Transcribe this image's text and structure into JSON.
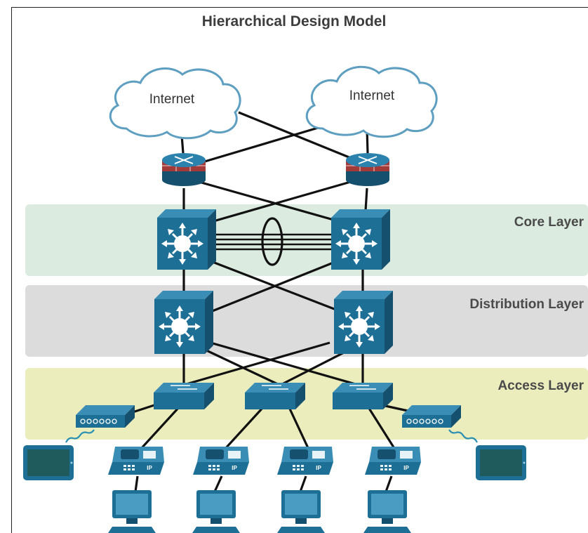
{
  "diagram": {
    "title": "Hierarchical Design Model",
    "clouds": [
      {
        "id": "cloud-left",
        "label": "Internet"
      },
      {
        "id": "cloud-right",
        "label": "Internet"
      }
    ],
    "layers": [
      {
        "id": "core",
        "label": "Core Layer",
        "color": "#dcebdf"
      },
      {
        "id": "distribution",
        "label": "Distribution Layer",
        "color": "#dcdcdc"
      },
      {
        "id": "access",
        "label": "Access Layer",
        "color": "#ebedbd"
      }
    ],
    "devices": {
      "routers": [
        "router-left",
        "router-right"
      ],
      "core_switches": [
        "core-switch-left",
        "core-switch-right"
      ],
      "distribution_switches": [
        "distribution-switch-left",
        "distribution-switch-right"
      ],
      "access_switches": [
        "access-switch-1",
        "access-switch-2",
        "access-switch-3"
      ],
      "access_points": [
        "wireless-ap-left",
        "wireless-ap-right"
      ],
      "tablets": [
        "tablet-left",
        "tablet-right"
      ],
      "ip_phones": [
        "ip-phone-1",
        "ip-phone-2",
        "ip-phone-3",
        "ip-phone-4"
      ],
      "pcs": [
        "pc-1",
        "pc-2",
        "pc-3",
        "pc-4"
      ]
    },
    "ip_phone_badge": "IP",
    "colors": {
      "device_blue": "#1d6f95",
      "device_dark": "#15506e",
      "device_light": "#3a8db5",
      "firewall_red": "#a33a3a",
      "link": "#111111"
    }
  }
}
